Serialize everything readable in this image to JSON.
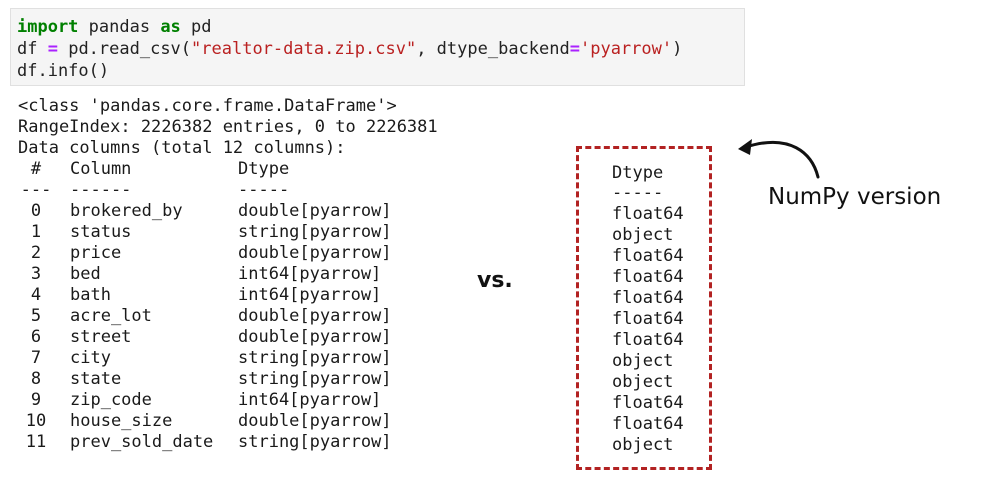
{
  "code": {
    "import_kw": "import",
    "module": " pandas ",
    "as_kw": "as",
    "alias": " pd",
    "line2_a": "df ",
    "line2_eq": "=",
    "line2_b": " pd.read_csv(",
    "line2_str1": "\"realtor-data.zip.csv\"",
    "line2_c": ", dtype_backend",
    "line2_eq2": "=",
    "line2_str2": "'pyarrow'",
    "line2_d": ")",
    "line3": "df.info()"
  },
  "output": {
    "class_line": "<class 'pandas.core.frame.DataFrame'>",
    "range_line": "RangeIndex: 2226382 entries, 0 to 2226381",
    "columns_line": "Data columns (total 12 columns):",
    "header_idx": "#",
    "header_name": "Column",
    "header_dtype": "Dtype",
    "sep_idx": "---",
    "sep_name": "------",
    "sep_dtype": "-----",
    "rows": [
      {
        "idx": "0",
        "name": "brokered_by",
        "dtype": "double[pyarrow]"
      },
      {
        "idx": "1",
        "name": "status",
        "dtype": "string[pyarrow]"
      },
      {
        "idx": "2",
        "name": "price",
        "dtype": "double[pyarrow]"
      },
      {
        "idx": "3",
        "name": "bed",
        "dtype": "int64[pyarrow]"
      },
      {
        "idx": "4",
        "name": "bath",
        "dtype": "int64[pyarrow]"
      },
      {
        "idx": "5",
        "name": "acre_lot",
        "dtype": "double[pyarrow]"
      },
      {
        "idx": "6",
        "name": "street",
        "dtype": "double[pyarrow]"
      },
      {
        "idx": "7",
        "name": "city",
        "dtype": "string[pyarrow]"
      },
      {
        "idx": "8",
        "name": "state",
        "dtype": "string[pyarrow]"
      },
      {
        "idx": "9",
        "name": "zip_code",
        "dtype": "int64[pyarrow]"
      },
      {
        "idx": "10",
        "name": "house_size",
        "dtype": "double[pyarrow]"
      },
      {
        "idx": "11",
        "name": "prev_sold_date",
        "dtype": "string[pyarrow]"
      }
    ]
  },
  "vs_label": "vs.",
  "numpy": {
    "header": "Dtype",
    "sep": "-----",
    "dtypes": [
      "float64",
      "object",
      "float64",
      "float64",
      "float64",
      "float64",
      "float64",
      "object",
      "object",
      "float64",
      "float64",
      "object"
    ],
    "label": "NumPy version",
    "box_color": "#b22222"
  }
}
